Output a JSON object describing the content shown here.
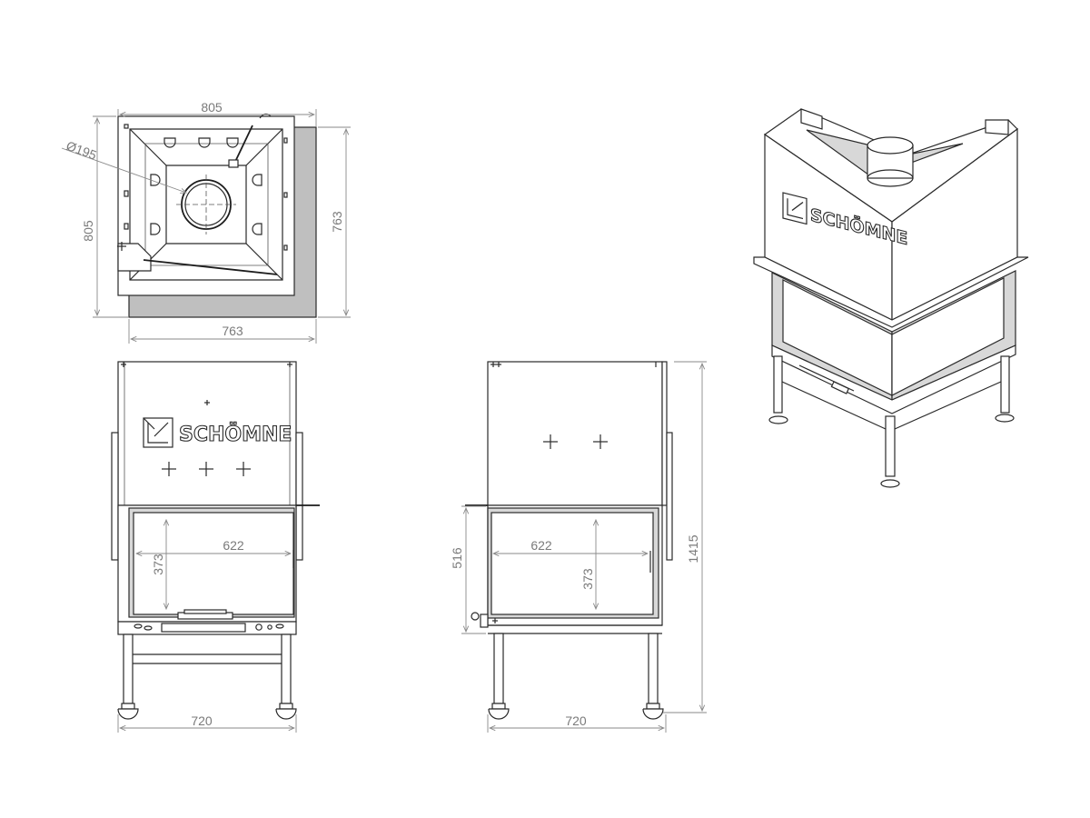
{
  "brand": "SCHÖMNE",
  "top_view": {
    "width_label": "805",
    "depth_left_label": "805",
    "depth_right_label": "763",
    "bottom_label": "763",
    "flue_label": "Ø195"
  },
  "front_view": {
    "width_label": "720",
    "glass_width_label": "622",
    "glass_height_label": "373"
  },
  "side_view": {
    "width_label": "720",
    "glass_width_label": "622",
    "glass_height_label": "373",
    "opening_height_label": "516",
    "total_height_label": "1415"
  }
}
